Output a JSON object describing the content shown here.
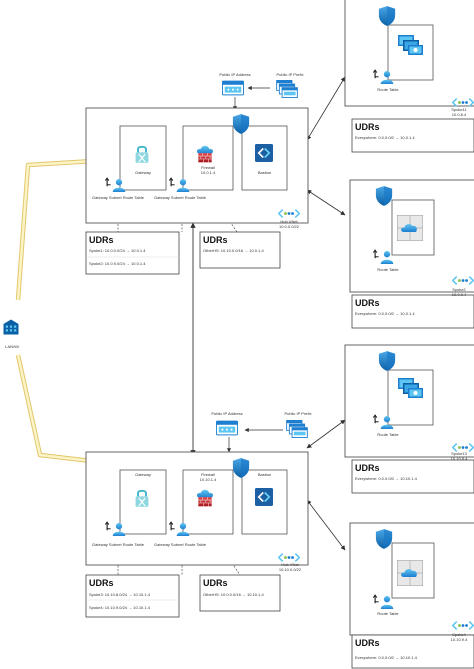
{
  "colors": {
    "line": "#333333",
    "frame": "#555555",
    "azure_blue": "#1e8fd6",
    "azure_light": "#5ec6f2",
    "azure_dark": "#0a5fa5",
    "expressroute_fill": "#fbf4c7",
    "expressroute_stroke": "#e2c76a",
    "firewall_red": "#c0242b",
    "divider": "#dddddd"
  },
  "onprem": {
    "label": "LAN/Wi",
    "icon": "on-premises-building-icon"
  },
  "hubs": [
    {
      "vnet_label": "Hub VNet\n10.0.0.0/22",
      "gateway_label": "Gateway",
      "gateway_icon": "vpn-gateway-lock-icon",
      "firewall_label": "Firewall\n10.0.1.4",
      "firewall_icon": "azure-firewall-icon",
      "bastion_label": "Bastion",
      "bastion_icon": "bastion-icon",
      "shield_icon": "security-shield-icon",
      "gateway_rt_label": "Gateway Subnet Route Table",
      "subnet_rt_label": "Gateway Subnet Route Table",
      "public_ip_label": "Public IP Address",
      "public_prefix_label": "Public IP Prefix",
      "udr_left": {
        "title": "UDRs",
        "lines": [
          "Spoke1: 10.0.0.0/24 → 10.0.1.4",
          "Spoke2: 10.0.9.0/24 → 10.0.1.4"
        ]
      },
      "udr_right": {
        "title": "UDRs",
        "lines": [
          "OtherHS: 10.10.0.0/16 → 10.0.1.4"
        ]
      }
    },
    {
      "vnet_label": "Hub VNet\n10.10.0.0/22",
      "gateway_label": "Gateway",
      "gateway_icon": "vpn-gateway-lock-icon",
      "firewall_label": "Firewall\n10.10.1.4",
      "firewall_icon": "azure-firewall-icon",
      "bastion_label": "Bastion",
      "bastion_icon": "bastion-icon",
      "shield_icon": "security-shield-icon",
      "gateway_rt_label": "Gateway Subnet Route Table",
      "subnet_rt_label": "Gateway Subnet Route Table",
      "public_ip_label": "Public IP Address",
      "public_prefix_label": "Public IP Prefix",
      "udr_left": {
        "title": "UDRs",
        "lines": [
          "Spoke3: 10.10.8.0/24 → 10.10.1.4",
          "Spoke4: 10.10.9.0/24 → 10.10.1.4"
        ]
      },
      "udr_right": {
        "title": "UDRs",
        "lines": [
          "OtherHS: 10.0.0.0/16 → 10.10.1.4"
        ]
      }
    }
  ],
  "spokes": [
    {
      "vnet_label": "Spoke11\n10.0.8.4",
      "route_table_label": "Route Table",
      "workload_icon": "virtual-machines-icon",
      "udr": {
        "title": "UDRs",
        "lines": [
          "Everywhere: 0.0.0.0/0 → 10.0.1.4"
        ]
      }
    },
    {
      "vnet_label": "Spoke2\n10.0.9.4",
      "route_table_label": "Route Table",
      "workload_icon": "app-service-cloud-icon",
      "udr": {
        "title": "UDRs",
        "lines": [
          "Everywhere: 0.0.0.0/0 → 10.0.1.4"
        ]
      }
    },
    {
      "vnet_label": "Spoke13\n10.10.8.4",
      "route_table_label": "Route Table",
      "workload_icon": "virtual-machines-icon",
      "udr": {
        "title": "UDRs",
        "lines": [
          "Everywhere: 0.0.0.0/0 → 10.10.1.4"
        ]
      }
    },
    {
      "vnet_label": "Spoke4\n10.10.9.4",
      "route_table_label": "Route Table",
      "workload_icon": "app-service-cloud-icon",
      "udr": {
        "title": "UDRs",
        "lines": [
          "Everywhere: 0.0.0.0/0 → 10.10.1.4"
        ]
      }
    }
  ]
}
